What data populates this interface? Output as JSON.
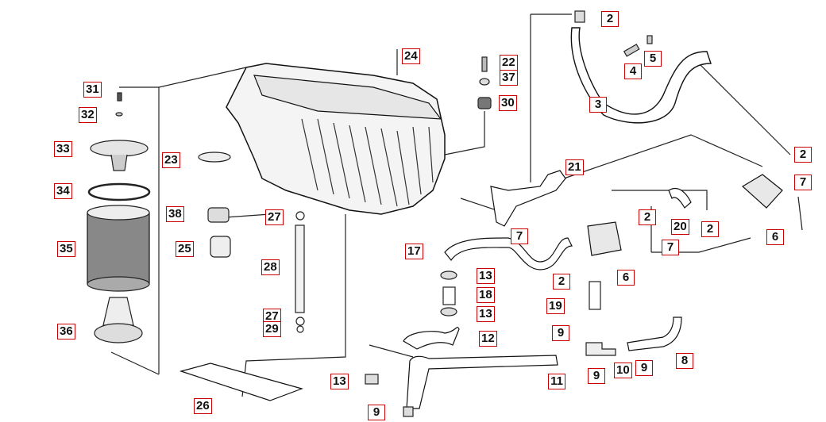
{
  "callouts": {
    "c1": {
      "label": "2"
    },
    "c2": {
      "label": "24"
    },
    "c3": {
      "label": "22"
    },
    "c4": {
      "label": "5"
    },
    "c5": {
      "label": "4"
    },
    "c6": {
      "label": "37"
    },
    "c7": {
      "label": "31"
    },
    "c8": {
      "label": "32"
    },
    "c9": {
      "label": "30"
    },
    "c10": {
      "label": "3"
    },
    "c11": {
      "label": "33"
    },
    "c12": {
      "label": "23"
    },
    "c13": {
      "label": "2"
    },
    "c14": {
      "label": "21"
    },
    "c15": {
      "label": "7"
    },
    "c16": {
      "label": "34"
    },
    "c17": {
      "label": "38"
    },
    "c18": {
      "label": "27"
    },
    "c19": {
      "label": "2"
    },
    "c20": {
      "label": "20"
    },
    "c21": {
      "label": "2"
    },
    "c22": {
      "label": "6"
    },
    "c23": {
      "label": "7"
    },
    "c24": {
      "label": "25"
    },
    "c25": {
      "label": "35"
    },
    "c26": {
      "label": "17"
    },
    "c27": {
      "label": "7"
    },
    "c28": {
      "label": "28"
    },
    "c29": {
      "label": "13"
    },
    "c30": {
      "label": "2"
    },
    "c31": {
      "label": "6"
    },
    "c32": {
      "label": "18"
    },
    "c33": {
      "label": "19"
    },
    "c34": {
      "label": "27"
    },
    "c35": {
      "label": "13"
    },
    "c36": {
      "label": "29"
    },
    "c37": {
      "label": "36"
    },
    "c38": {
      "label": "9"
    },
    "c39": {
      "label": "12"
    },
    "c40": {
      "label": "8"
    },
    "c41": {
      "label": "10"
    },
    "c42": {
      "label": "9"
    },
    "c43": {
      "label": "9"
    },
    "c44": {
      "label": "13"
    },
    "c45": {
      "label": "11"
    },
    "c46": {
      "label": "26"
    },
    "c47": {
      "label": "9"
    }
  }
}
